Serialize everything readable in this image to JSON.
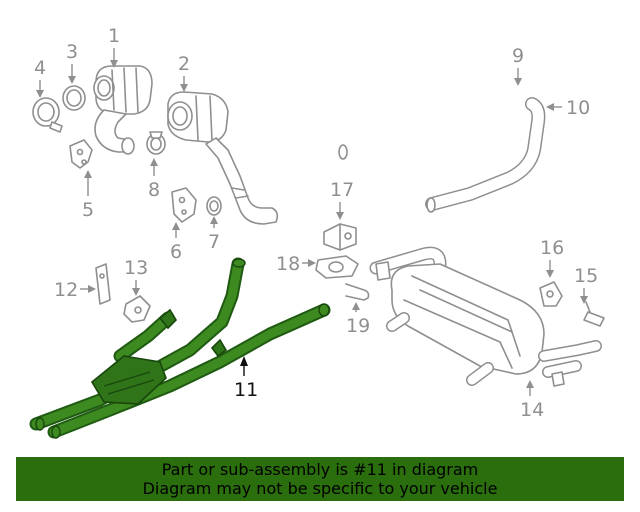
{
  "callouts": {
    "c1": "1",
    "c2": "2",
    "c3": "3",
    "c4": "4",
    "c5": "5",
    "c6": "6",
    "c7": "7",
    "c8": "8",
    "c9": "9",
    "c10": "10",
    "c11": "11",
    "c12": "12",
    "c13": "13",
    "c14": "14",
    "c15": "15",
    "c16": "16",
    "c17": "17",
    "c18": "18",
    "c19": "19"
  },
  "highlight": {
    "part": "11",
    "color": "#2f7418"
  },
  "banner": {
    "line1": "Part or sub-assembly is #11 in diagram",
    "line2": "Diagram may not be specific to your vehicle",
    "background": "#2a6e0e"
  }
}
